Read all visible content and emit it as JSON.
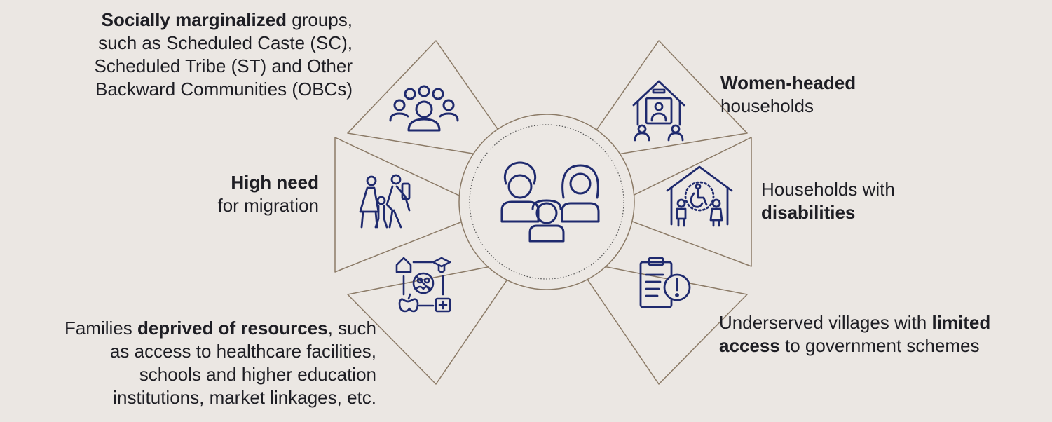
{
  "colors": {
    "background": "#ebe7e3",
    "petal_fill": "#ece8e4",
    "petal_stroke": "#8b7a66",
    "icon": "#1f2a6e",
    "text": "#1e1e24"
  },
  "center": {
    "icon": "family-icon"
  },
  "segments": [
    {
      "id": "socially-marginalized",
      "icon": "community-group-icon",
      "lines": [
        [
          {
            "t": "Socially marginalized",
            "b": true
          },
          {
            "t": " groups,",
            "b": false
          }
        ],
        [
          {
            "t": "such as Scheduled Caste (SC),",
            "b": false
          }
        ],
        [
          {
            "t": "Scheduled Tribe (ST) and Other",
            "b": false
          }
        ],
        [
          {
            "t": "Backward Communities (OBCs)",
            "b": false
          }
        ]
      ]
    },
    {
      "id": "high-need-migration",
      "icon": "migrating-family-icon",
      "lines": [
        [
          {
            "t": "High need",
            "b": true
          }
        ],
        [
          {
            "t": "for migration",
            "b": false
          }
        ]
      ]
    },
    {
      "id": "deprived-of-resources",
      "icon": "resource-access-icon",
      "lines": [
        [
          {
            "t": "Families ",
            "b": false
          },
          {
            "t": "deprived of resources",
            "b": true
          },
          {
            "t": ", such",
            "b": false
          }
        ],
        [
          {
            "t": "as access to healthcare facilities,",
            "b": false
          }
        ],
        [
          {
            "t": "schools and higher education",
            "b": false
          }
        ],
        [
          {
            "t": "institutions, market linkages, etc.",
            "b": false
          }
        ]
      ]
    },
    {
      "id": "women-headed",
      "icon": "women-headed-house-icon",
      "lines": [
        [
          {
            "t": "Women-headed",
            "b": true
          }
        ],
        [
          {
            "t": "households",
            "b": false
          }
        ]
      ]
    },
    {
      "id": "disabilities",
      "icon": "accessible-house-icon",
      "lines": [
        [
          {
            "t": "Households with",
            "b": false
          }
        ],
        [
          {
            "t": "disabilities",
            "b": true
          }
        ]
      ]
    },
    {
      "id": "underserved-villages",
      "icon": "clipboard-alert-icon",
      "lines": [
        [
          {
            "t": "Underserved villages with ",
            "b": false
          },
          {
            "t": "limited",
            "b": true
          }
        ],
        [
          {
            "t": "access",
            "b": true
          },
          {
            "t": " to government schemes",
            "b": false
          }
        ]
      ]
    }
  ]
}
